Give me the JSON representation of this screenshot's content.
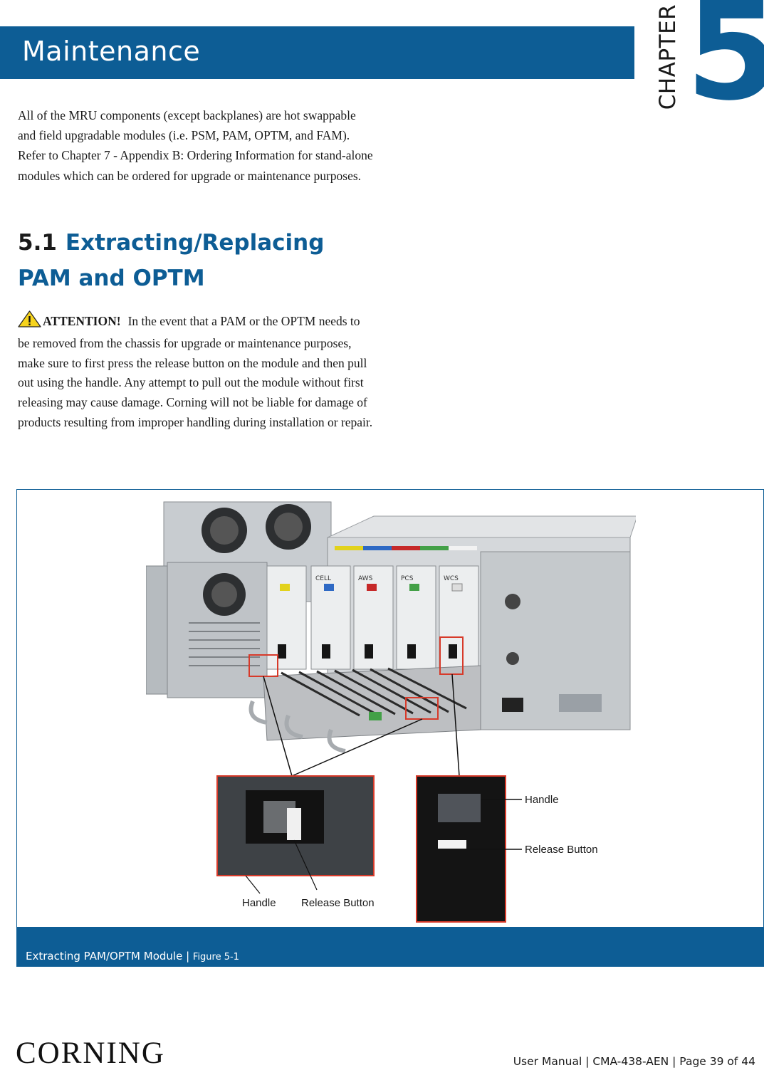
{
  "header": {
    "title": "Maintenance",
    "chapter_word": "CHAPTER",
    "chapter_number": "5",
    "accent_color": "#0d5d95"
  },
  "intro": "All of the MRU components (except backplanes) are hot swappable and field upgradable modules (i.e. PSM, PAM, OPTM, and FAM). Refer to Chapter 7 - Appendix B: Ordering Information for stand-alone modules which can be ordered for upgrade or maintenance purposes.",
  "section": {
    "number": "5.1",
    "title": "Extracting/Replacing PAM and OPTM"
  },
  "attention": {
    "icon": "warning-icon",
    "label": "ATTENTION!",
    "text": "In the event that a PAM or the OPTM needs to be removed from the chassis for upgrade or maintenance purposes, make sure to first press the release button on the module and then pull out using the handle. Any attempt to pull out the module without first releasing may cause damage. Corning will not be liable for damage of products resulting from improper handling during installation or repair."
  },
  "figure": {
    "module_labels": [
      "CELL",
      "AWS",
      "PCS",
      "WCS"
    ],
    "callout_left_handle": "Handle",
    "callout_left_release": "Release Button",
    "callout_right_handle": "Handle",
    "callout_right_release": "Release Button",
    "caption_main": "Extracting PAM/OPTM Module |",
    "caption_fig": "Figure 5-1"
  },
  "footer": {
    "logo": "CORNING",
    "text": "User Manual | CMA-438-AEN | Page 39 of 44"
  }
}
